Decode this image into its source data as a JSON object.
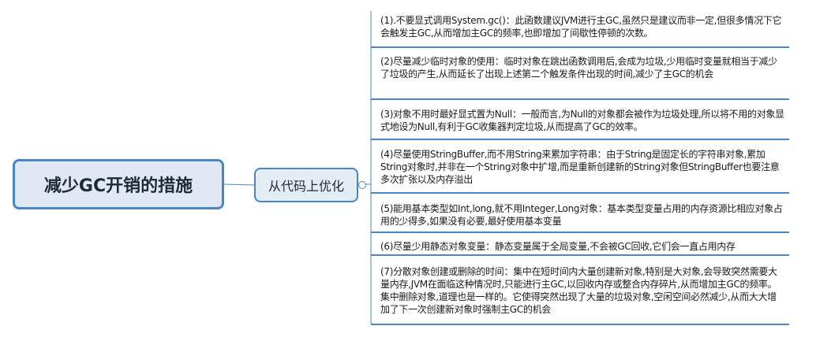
{
  "root": {
    "label": "减少GC开销的措施"
  },
  "branch": {
    "label": "从代码上优化"
  },
  "items": [
    {
      "text": "(1).不要显式调用System.gc()：此函数建议JVM进行主GC,虽然只是建议而非一定,但很多情况下它会触发主GC,从而增加主GC的频率,也即增加了间歇性停顿的次数。"
    },
    {
      "text": "(2)尽量减少临时对象的使用：临时对象在跳出函数调用后,会成为垃圾,少用临时变量就相当于减少了垃圾的产生,从而延长了出现上述第二个触发条件出现的时间,减少了主GC的机会"
    },
    {
      "text": "(3)对象不用时最好显式置为Null：一般而言,为Null的对象都会被作为垃圾处理,所以将不用的对象显式地设为Null,有利于GC收集器判定垃圾,从而提高了GC的效率。"
    },
    {
      "text": "(4)尽量使用StringBuffer,而不用String来累加字符串：由于String是固定长的字符串对象,累加String对象时,并非在一个String对象中扩增,而是重新创建新的String对象但StringBuffer也要注意多次扩张以及内存溢出"
    },
    {
      "text": "(5)能用基本类型如Int,long,就不用Integer,Long对象：基本类型变量占用的内存资源比相应对象占用的少得多,如果没有必要,最好使用基本变量"
    },
    {
      "text": "(6)尽量少用静态对象变量：静态变量属于全局变量,不会被GC回收,它们会一直占用内存"
    },
    {
      "text": "(7)分散对象创建或删除的时间：集中在短时间内大量创建新对象,特别是大对象,会导致突然需要大量内存,JVM在面临这种情况时,只能进行主GC,以回收内存或整合内存碎片,从而增加主GC的频率。集中删除对象,道理也是一样的。它使得突然出现了大量的垃圾对象,空闲空间必然减少,从而大大增加了下一次创建新对象时强制主GC的机会"
    }
  ],
  "colors": {
    "line": "#4a86c5",
    "root_fill": "#dfe8f3",
    "branch_fill": "#e4ecf5"
  }
}
